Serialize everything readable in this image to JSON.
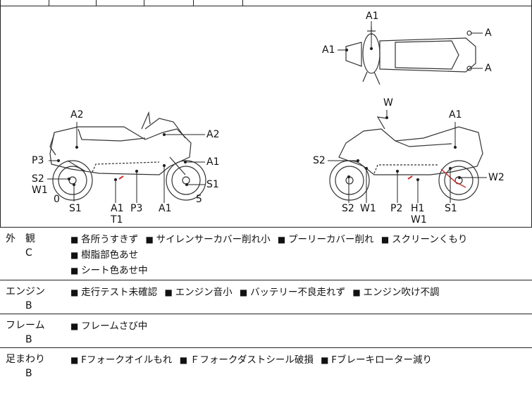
{
  "diagram": {
    "side_view_left_labels": [
      {
        "key": "l_a2_top",
        "text": "A2"
      },
      {
        "key": "l_a2_right",
        "text": "A2"
      },
      {
        "key": "l_p3_left",
        "text": "P3"
      },
      {
        "key": "l_a1_right",
        "text": "A1"
      },
      {
        "key": "l_s2",
        "text": "S2"
      },
      {
        "key": "l_w1",
        "text": "W1"
      },
      {
        "key": "l_s1_right",
        "text": "S1"
      },
      {
        "key": "l_0",
        "text": "0"
      },
      {
        "key": "l_5",
        "text": "5"
      },
      {
        "key": "l_s1_bottom",
        "text": "S1"
      },
      {
        "key": "l_a1_bottom",
        "text": "A1"
      },
      {
        "key": "l_t1",
        "text": "T1"
      },
      {
        "key": "l_p3_bottom",
        "text": "P3"
      },
      {
        "key": "l_a1_bottom2",
        "text": "A1"
      }
    ],
    "top_view_labels": [
      {
        "key": "t_a1_top",
        "text": "A1"
      },
      {
        "key": "t_a1_left",
        "text": "A1"
      },
      {
        "key": "t_a_upper",
        "text": "A"
      },
      {
        "key": "t_a_lower",
        "text": "A"
      }
    ],
    "side_view_right_labels": [
      {
        "key": "r_w",
        "text": "W"
      },
      {
        "key": "r_a1_top",
        "text": "A1"
      },
      {
        "key": "r_s2",
        "text": "S2"
      },
      {
        "key": "r_w2",
        "text": "W2"
      },
      {
        "key": "r_s2_bottom",
        "text": "S2"
      },
      {
        "key": "r_w1_bottom",
        "text": "W1"
      },
      {
        "key": "r_p2",
        "text": "P2"
      },
      {
        "key": "r_h1",
        "text": "H1"
      },
      {
        "key": "r_w1_bottom2",
        "text": "W1"
      },
      {
        "key": "r_s1",
        "text": "S1"
      }
    ]
  },
  "report": [
    {
      "name": "外　観",
      "grade": "C",
      "notes": [
        "各所うすきず",
        "サイレンサーカバー削れ小",
        "プーリーカバー削れ",
        "スクリーンくもり",
        "樹脂部色あせ",
        "シート色あせ中"
      ]
    },
    {
      "name": "エンジン",
      "grade": "B",
      "notes": [
        "走行テスト未確認",
        "エンジン音小",
        "バッテリー不良走れず",
        "エンジン吹け不調"
      ]
    },
    {
      "name": "フレーム",
      "grade": "B",
      "notes": [
        "フレームさび中"
      ]
    },
    {
      "name": "足まわり",
      "grade": "B",
      "notes": [
        "Fフォークオイルもれ",
        "Ｆフォークダストシール破損",
        "Fブレーキローター減り"
      ]
    }
  ]
}
